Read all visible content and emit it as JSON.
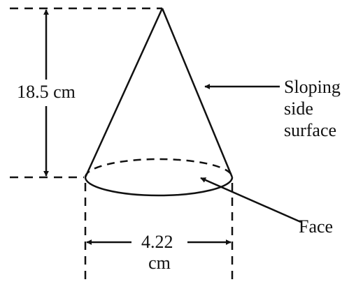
{
  "diagram": {
    "height_label": "18.5 cm",
    "surface_label": [
      "Sloping",
      "side",
      "surface"
    ],
    "face_label": "Face",
    "width_label": [
      "4.22",
      "cm"
    ]
  }
}
